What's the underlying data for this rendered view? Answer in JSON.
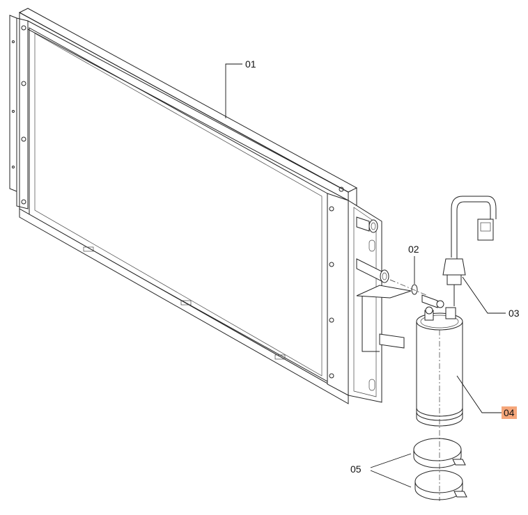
{
  "callouts": {
    "c01": "01",
    "c02": "02",
    "c03": "03",
    "c04": "04",
    "c05": "05"
  },
  "colors": {
    "highlight": "#f5a67a",
    "line": "#222222",
    "background": "#ffffff"
  }
}
